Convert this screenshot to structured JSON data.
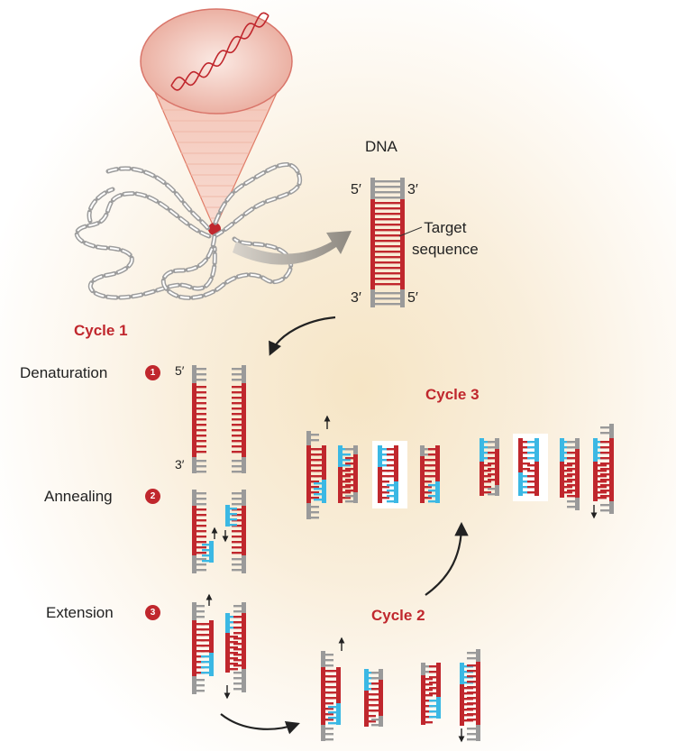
{
  "dna_label": "DNA",
  "target_label": "Target\nsequence",
  "ends": {
    "top_left": "5′",
    "top_right": "3′",
    "bottom_left": "3′",
    "bottom_right": "5′"
  },
  "cycles": [
    "Cycle 1",
    "Cycle 2",
    "Cycle 3"
  ],
  "steps": [
    {
      "number": "1",
      "label": "Denaturation"
    },
    {
      "number": "2",
      "label": "Annealing"
    },
    {
      "number": "3",
      "label": "Extension"
    }
  ],
  "denat_ends": {
    "top": "5′",
    "bottom": "3′"
  },
  "colors": {
    "template": "#c0272d",
    "primer": "#3bb8e4",
    "backbone": "#9a9a9a",
    "accent": "#c0272d"
  }
}
